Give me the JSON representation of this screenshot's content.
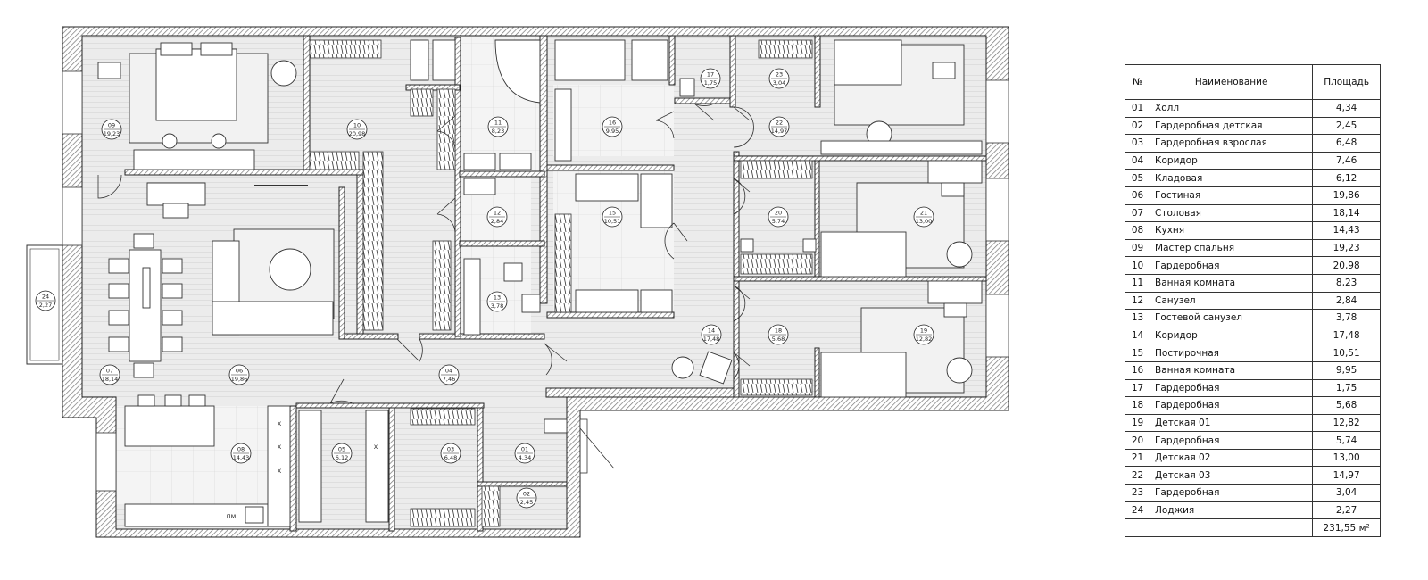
{
  "table": {
    "headers": [
      "№",
      "Наименование",
      "Площадь"
    ],
    "rows": [
      {
        "no": "01",
        "name": "Холл",
        "area": "4,34"
      },
      {
        "no": "02",
        "name": "Гардеробная детская",
        "area": "2,45"
      },
      {
        "no": "03",
        "name": "Гардеробная взрослая",
        "area": "6,48"
      },
      {
        "no": "04",
        "name": "Коридор",
        "area": "7,46"
      },
      {
        "no": "05",
        "name": "Кладовая",
        "area": "6,12"
      },
      {
        "no": "06",
        "name": "Гостиная",
        "area": "19,86"
      },
      {
        "no": "07",
        "name": "Столовая",
        "area": "18,14"
      },
      {
        "no": "08",
        "name": "Кухня",
        "area": "14,43"
      },
      {
        "no": "09",
        "name": "Мастер спальня",
        "area": "19,23"
      },
      {
        "no": "10",
        "name": "Гардеробная",
        "area": "20,98"
      },
      {
        "no": "11",
        "name": "Ванная комната",
        "area": "8,23"
      },
      {
        "no": "12",
        "name": "Санузел",
        "area": "2,84"
      },
      {
        "no": "13",
        "name": "Гостевой санузел",
        "area": "3,78"
      },
      {
        "no": "14",
        "name": "Коридор",
        "area": "17,48"
      },
      {
        "no": "15",
        "name": "Постирочная",
        "area": "10,51"
      },
      {
        "no": "16",
        "name": "Ванная комната",
        "area": "9,95"
      },
      {
        "no": "17",
        "name": "Гардеробная",
        "area": "1,75"
      },
      {
        "no": "18",
        "name": "Гардеробная",
        "area": "5,68"
      },
      {
        "no": "19",
        "name": "Детская 01",
        "area": "12,82"
      },
      {
        "no": "20",
        "name": "Гардеробная",
        "area": "5,74"
      },
      {
        "no": "21",
        "name": "Детская 02",
        "area": "13,00"
      },
      {
        "no": "22",
        "name": "Детская 03",
        "area": "14,97"
      },
      {
        "no": "23",
        "name": "Гардеробная",
        "area": "3,04"
      },
      {
        "no": "24",
        "name": "Лоджия",
        "area": "2,27"
      }
    ],
    "total": "231,55 м²"
  },
  "plan": {
    "tags": [
      {
        "no": "01",
        "area": "4,34"
      },
      {
        "no": "02",
        "area": "2,45"
      },
      {
        "no": "03",
        "area": "6,48"
      },
      {
        "no": "04",
        "area": "7,46"
      },
      {
        "no": "05",
        "area": "6,12"
      },
      {
        "no": "06",
        "area": "19,86"
      },
      {
        "no": "07",
        "area": "18,14"
      },
      {
        "no": "08",
        "area": "14,43"
      },
      {
        "no": "09",
        "area": "19,23"
      },
      {
        "no": "10",
        "area": "20,98"
      },
      {
        "no": "11",
        "area": "8,23"
      },
      {
        "no": "12",
        "area": "2,84"
      },
      {
        "no": "13",
        "area": "3,78"
      },
      {
        "no": "14",
        "area": "17,48"
      },
      {
        "no": "15",
        "area": "10,51"
      },
      {
        "no": "16",
        "area": "9,95"
      },
      {
        "no": "17",
        "area": "1,75"
      },
      {
        "no": "18",
        "area": "5,68"
      },
      {
        "no": "19",
        "area": "12,82"
      },
      {
        "no": "20",
        "area": "5,74"
      },
      {
        "no": "21",
        "area": "13,00"
      },
      {
        "no": "22",
        "area": "14,97"
      },
      {
        "no": "23",
        "area": "3,04"
      },
      {
        "no": "24",
        "area": "2,27"
      }
    ],
    "kitchen_label": "ПМ",
    "x_mark": "X"
  },
  "colors": {
    "wall": "#555555",
    "hatch": "#888888",
    "floor": "#e4e4e4",
    "line": "#222222"
  }
}
